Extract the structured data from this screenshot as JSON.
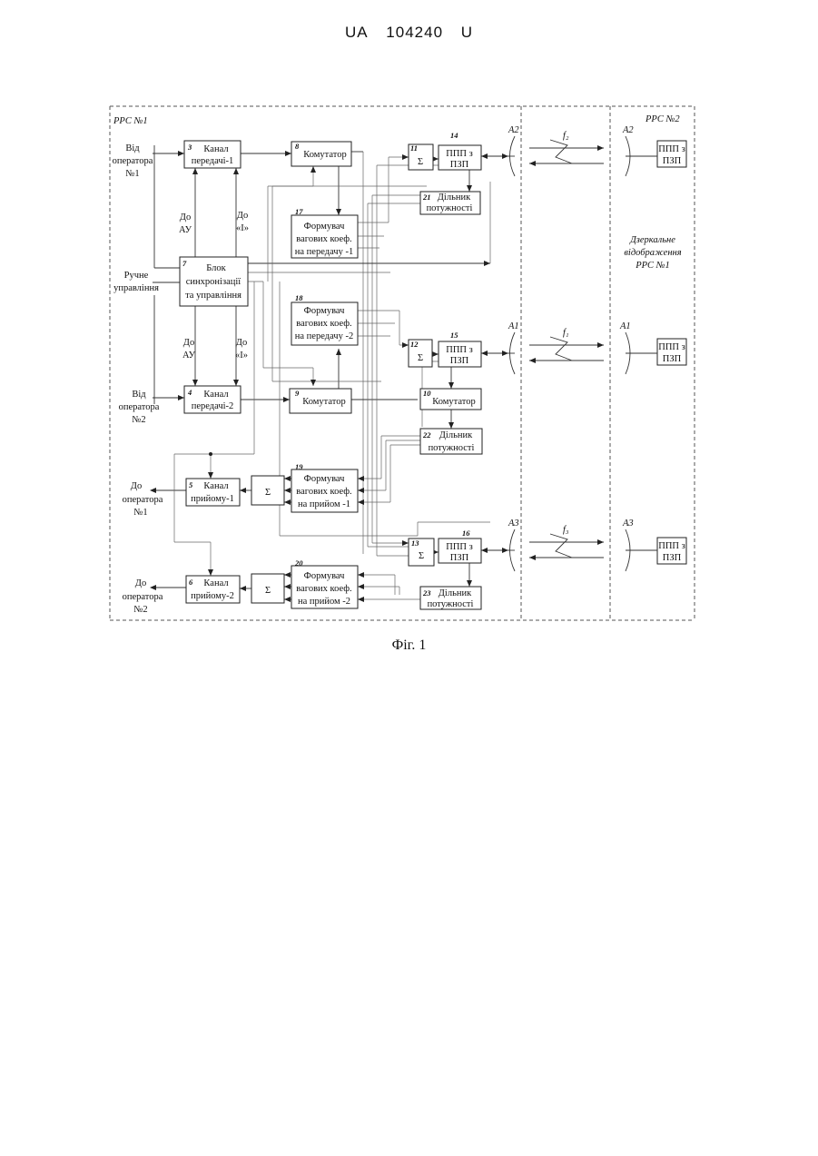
{
  "header": {
    "country": "UA",
    "number": "104240",
    "kind": "U"
  },
  "caption": "Фіг. 1",
  "sections": {
    "station1": "РРС №1",
    "station2": "РРС №2",
    "mirror": [
      "Дзеркальне",
      "відображення",
      "РРС №1"
    ]
  },
  "blocks": {
    "b3": {
      "num": "3",
      "lines": [
        "Канал",
        "передачі-1"
      ]
    },
    "b4": {
      "num": "4",
      "lines": [
        "Канал",
        "передачі-2"
      ]
    },
    "b5": {
      "num": "5",
      "lines": [
        "Канал",
        "прийому-1"
      ]
    },
    "b6": {
      "num": "6",
      "lines": [
        "Канал",
        "прийому-2"
      ]
    },
    "b7": {
      "num": "7",
      "lines": [
        "Блок",
        "синхронізації",
        "та управління"
      ]
    },
    "b8": {
      "num": "8",
      "lines": [
        "Комутатор"
      ]
    },
    "b9": {
      "num": "9",
      "lines": [
        "Комутатор"
      ]
    },
    "b10": {
      "num": "10",
      "lines": [
        "Комутатор"
      ]
    },
    "b11": {
      "num": "11",
      "lines": [
        "Σ"
      ]
    },
    "b12": {
      "num": "12",
      "lines": [
        "Σ"
      ]
    },
    "b13": {
      "num": "13",
      "lines": [
        "Σ"
      ]
    },
    "b14": {
      "num": "14",
      "lines": [
        "ППП з",
        "ПЗП"
      ]
    },
    "b15": {
      "num": "15",
      "lines": [
        "ППП з",
        "ПЗП"
      ]
    },
    "b16": {
      "num": "16",
      "lines": [
        "ППП з",
        "ПЗП"
      ]
    },
    "b17": {
      "num": "17",
      "lines": [
        "Формувач",
        "вагових коеф.",
        "на передачу -1"
      ]
    },
    "b18": {
      "num": "18",
      "lines": [
        "Формувач",
        "вагових коеф.",
        "на передачу -2"
      ]
    },
    "b19": {
      "num": "19",
      "lines": [
        "Формувач",
        "вагових коеф.",
        "на прийом -1"
      ]
    },
    "b20": {
      "num": "20",
      "lines": [
        "Формувач",
        "вагових коеф.",
        "на прийом -2"
      ]
    },
    "b21": {
      "num": "21",
      "lines": [
        "Дільник",
        "потужності"
      ]
    },
    "b22": {
      "num": "22",
      "lines": [
        "Дільник",
        "потужності"
      ]
    },
    "b23": {
      "num": "23",
      "lines": [
        "Дільник",
        "потужності"
      ]
    },
    "s5": {
      "num": "",
      "lines": [
        "Σ"
      ]
    },
    "s6": {
      "num": "",
      "lines": [
        "Σ"
      ]
    },
    "r1": {
      "num": "",
      "lines": [
        "ППП з",
        "ПЗП"
      ]
    },
    "r2": {
      "num": "",
      "lines": [
        "ППП з",
        "ПЗП"
      ]
    },
    "r3": {
      "num": "",
      "lines": [
        "ППП з",
        "ПЗП"
      ]
    }
  },
  "labels": {
    "from_op1": [
      "Від",
      "оператора",
      "№1"
    ],
    "from_op2": [
      "Від",
      "оператора",
      "№2"
    ],
    "to_op1": [
      "До",
      "оператора",
      "№1"
    ],
    "to_op2": [
      "До",
      "оператора",
      "№2"
    ],
    "manual": [
      "Ручне",
      "управління"
    ],
    "to_au_1": [
      "До",
      "АУ"
    ],
    "to_i_1": [
      "До",
      "«І»"
    ],
    "to_au_2": [
      "До",
      "АУ"
    ],
    "to_i_2": [
      "До",
      "«І»"
    ]
  },
  "antennas": {
    "a2l": "А2",
    "a1l": "А1",
    "a3l": "А3",
    "a2r": "А2",
    "a1r": "А1",
    "a3r": "А3"
  },
  "freqs": {
    "f1": "f₂",
    "f2": "f₁",
    "f3": "f₃"
  }
}
